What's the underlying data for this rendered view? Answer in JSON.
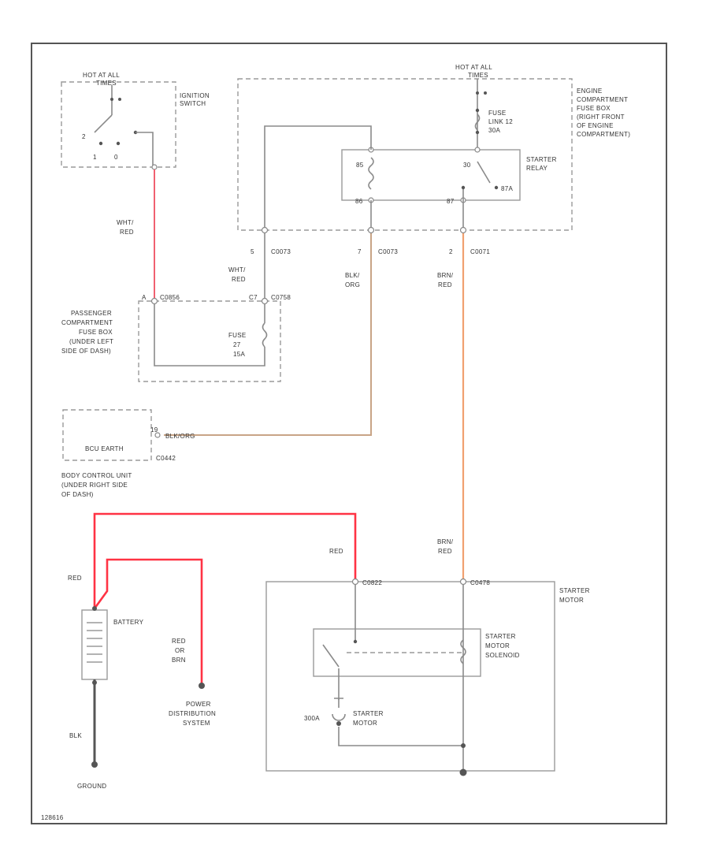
{
  "colors": {
    "frame": "#555555",
    "wire_gray": "#8a8a8a",
    "wire_red": "#f06070",
    "wire_red_bright": "#ff3344",
    "wire_orange": "#f0a070",
    "wire_tan": "#c8a486"
  },
  "ignition": {
    "hot_label_1": "HOT AT ALL",
    "hot_label_2": "TIMES",
    "title_1": "IGNITION",
    "title_2": "SWITCH",
    "pos_2": "2",
    "pos_1": "1",
    "pos_0": "0"
  },
  "engine_box": {
    "hot_label_1": "HOT AT ALL",
    "hot_label_2": "TIMES",
    "title_1": "ENGINE",
    "title_2": "COMPARTMENT",
    "title_3": "FUSE BOX",
    "title_4": "(RIGHT FRONT",
    "title_5": "OF ENGINE",
    "title_6": "COMPARTMENT)",
    "fuse_1": "FUSE",
    "fuse_2": "LINK 12",
    "fuse_3": "30A",
    "relay_1": "STARTER",
    "relay_2": "RELAY",
    "pin_85": "85",
    "pin_86": "86",
    "pin_30": "30",
    "pin_87": "87",
    "pin_87a": "87A"
  },
  "connectors": {
    "c0073_a_pin": "5",
    "c0073_a": "C0073",
    "c0073_b_pin": "7",
    "c0073_b": "C0073",
    "c0071_pin": "2",
    "c0071": "C0071",
    "c0856_pin": "A",
    "c0856": "C0856",
    "c0758_pin": "C7",
    "c0758": "C0758",
    "c0442_pin": "19",
    "c0442": "C0442",
    "c0822": "C0822",
    "c0478": "C0478"
  },
  "wires": {
    "wht_red_1a": "WHT/",
    "wht_red_1b": "RED",
    "wht_red_2a": "WHT/",
    "wht_red_2b": "RED",
    "blk_org_a": "BLK/",
    "blk_org_b": "ORG",
    "brn_red_1a": "BRN/",
    "brn_red_1b": "RED",
    "bcu_wire": "BLK/ORG",
    "red_1": "RED",
    "brn_red_2a": "BRN/",
    "brn_red_2b": "RED",
    "red_2": "RED",
    "red_or_brn_1": "RED",
    "red_or_brn_2": "OR",
    "red_or_brn_3": "BRN",
    "blk": "BLK"
  },
  "passenger_box": {
    "title_1": "PASSENGER",
    "title_2": "COMPARTMENT",
    "title_3": "FUSE BOX",
    "title_4": "(UNDER LEFT",
    "title_5": "SIDE OF DASH)",
    "fuse_1": "FUSE",
    "fuse_2": "27",
    "fuse_3": "15A"
  },
  "bcu": {
    "inner": "BCU EARTH",
    "title_1": "BODY CONTROL UNIT",
    "title_2": "(UNDER RIGHT SIDE",
    "title_3": "OF DASH)"
  },
  "battery": {
    "label": "BATTERY",
    "ground": "GROUND"
  },
  "power_dist": {
    "line_1": "POWER",
    "line_2": "DISTRIBUTION",
    "line_3": "SYSTEM"
  },
  "starter": {
    "title_1": "STARTER",
    "title_2": "MOTOR",
    "solenoid_1": "STARTER",
    "solenoid_2": "MOTOR",
    "solenoid_3": "SOLENOID",
    "motor_1": "STARTER",
    "motor_2": "MOTOR",
    "rating": "300A"
  },
  "footer": {
    "code": "128616"
  }
}
